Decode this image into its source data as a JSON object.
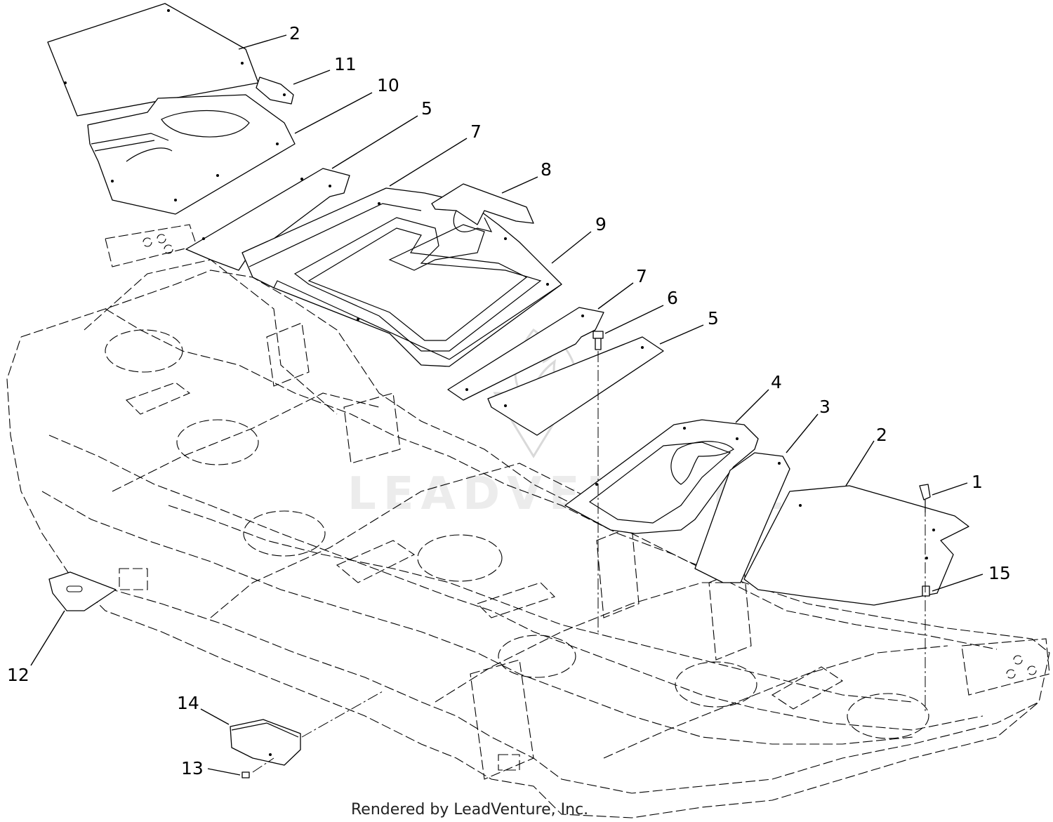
{
  "diagram": {
    "callouts": [
      {
        "label": "1"
      },
      {
        "label": "2"
      },
      {
        "label": "2"
      },
      {
        "label": "3"
      },
      {
        "label": "4"
      },
      {
        "label": "5"
      },
      {
        "label": "5"
      },
      {
        "label": "6"
      },
      {
        "label": "7"
      },
      {
        "label": "7"
      },
      {
        "label": "8"
      },
      {
        "label": "9"
      },
      {
        "label": "10"
      },
      {
        "label": "11"
      },
      {
        "label": "12"
      },
      {
        "label": "13"
      },
      {
        "label": "14"
      },
      {
        "label": "15"
      }
    ],
    "footer_text": "Rendered by LeadVenture, Inc.",
    "watermark_text": "LEADVENTURE"
  }
}
